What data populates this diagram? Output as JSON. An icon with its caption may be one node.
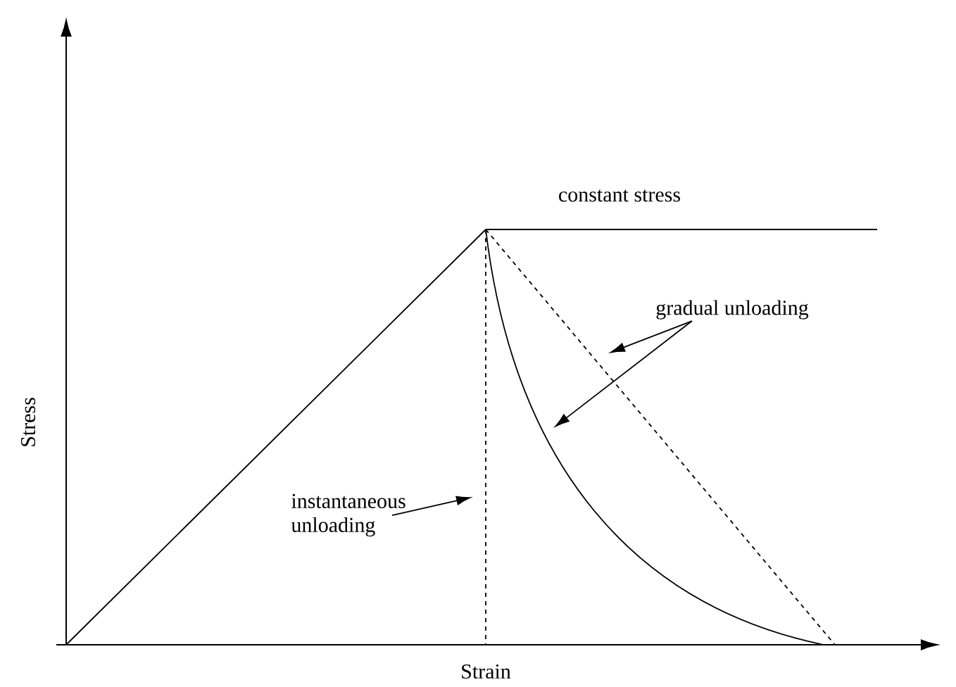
{
  "diagram": {
    "nodes": [
      {
        "text": [
          "gradual unloading"
        ]
      },
      {
        "text": [
          "instantaneous unloading"
        ]
      }
    ],
    "edges": [
      {
        "from": 0,
        "to": null,
        "arrow": "to"
      },
      {
        "from": 0,
        "to": null,
        "arrow": "to"
      },
      {
        "from": 1,
        "to": null,
        "arrow": "to"
      }
    ],
    "labels": [
      "constant stress",
      "Stress",
      "Strain"
    ]
  }
}
